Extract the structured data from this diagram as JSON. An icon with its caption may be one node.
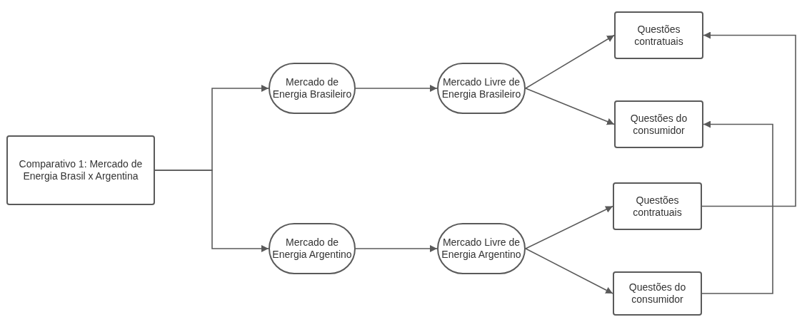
{
  "diagram": {
    "nodes": [
      {
        "text": [
          "Comparativo 1: Mercado de Energia Brasil x Argentina"
        ]
      },
      {
        "text": [
          "Mercado de Energia Brasileiro"
        ]
      },
      {
        "text": [
          "Mercado Livre de Energia Brasileiro"
        ]
      },
      {
        "text": [
          "Mercado de Energia Argentino"
        ]
      },
      {
        "text": [
          "Mercado Livre de Energia Argentino"
        ]
      },
      {
        "text": [
          "Questões contratuais"
        ]
      },
      {
        "text": [
          "Questões do consumidor"
        ]
      },
      {
        "text": [
          "Questões contratuais"
        ]
      },
      {
        "text": [
          "Questões do consumidor"
        ]
      }
    ],
    "edges": [
      {
        "from": 0,
        "to": 1,
        "arrow": "to"
      },
      {
        "from": 0,
        "to": 3,
        "arrow": "to"
      },
      {
        "from": 1,
        "to": 2,
        "arrow": "to"
      },
      {
        "from": 3,
        "to": 4,
        "arrow": "to"
      },
      {
        "from": 2,
        "to": 5,
        "arrow": "to"
      },
      {
        "from": 2,
        "to": 6,
        "arrow": "to"
      },
      {
        "from": 4,
        "to": 7,
        "arrow": "to"
      },
      {
        "from": 4,
        "to": 8,
        "arrow": "to"
      },
      {
        "from": 7,
        "to": 5,
        "arrow": "to"
      },
      {
        "from": 8,
        "to": 6,
        "arrow": "to"
      }
    ]
  }
}
